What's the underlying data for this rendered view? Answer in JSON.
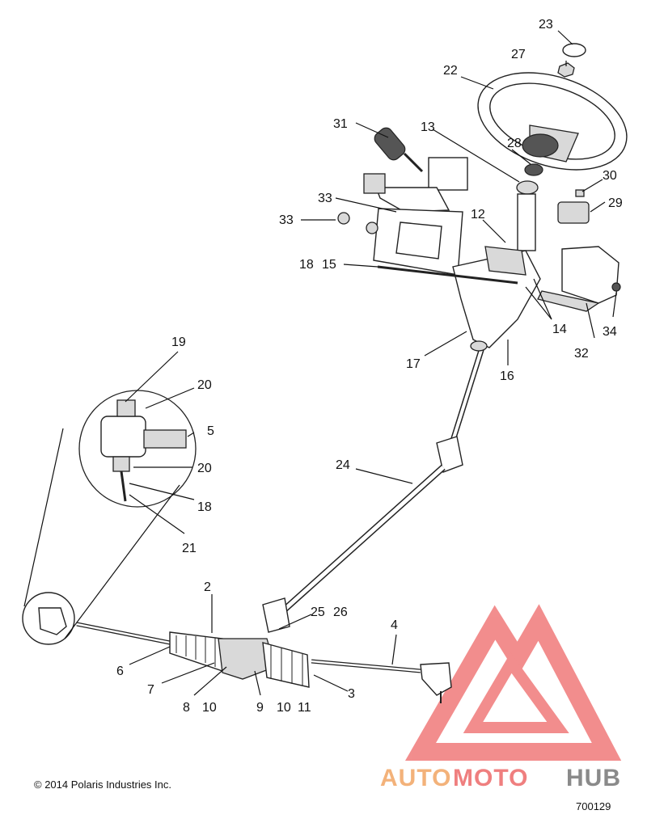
{
  "copyright": "© 2014 Polaris Industries Inc.",
  "diagram_number": "700129",
  "watermark": {
    "part1": "AUTO",
    "part2": "MOTO",
    "part3": "HUB",
    "colors": {
      "auto": "#f3b27a",
      "moto": "#ef7f7f",
      "hub": "#8a8a8a",
      "logo": "#f07a7a"
    }
  },
  "callouts": {
    "c23": "23",
    "c27": "27",
    "c22": "22",
    "c31": "31",
    "c13": "13",
    "c28": "28",
    "c30": "30",
    "c29": "29",
    "c33a": "33",
    "c33b": "33",
    "c12": "12",
    "c18a": "18",
    "c15": "15",
    "c14": "14",
    "c32": "32",
    "c34": "34",
    "c17": "17",
    "c16": "16",
    "c19": "19",
    "c20a": "20",
    "c5": "5",
    "c20b": "20",
    "c18b": "18",
    "c21": "21",
    "c24": "24",
    "c2": "2",
    "c25": "25",
    "c26": "26",
    "c4": "4",
    "c6": "6",
    "c7": "7",
    "c8": "8",
    "c10a": "10",
    "c9": "9",
    "c10b": "10",
    "c11": "11",
    "c3": "3"
  }
}
